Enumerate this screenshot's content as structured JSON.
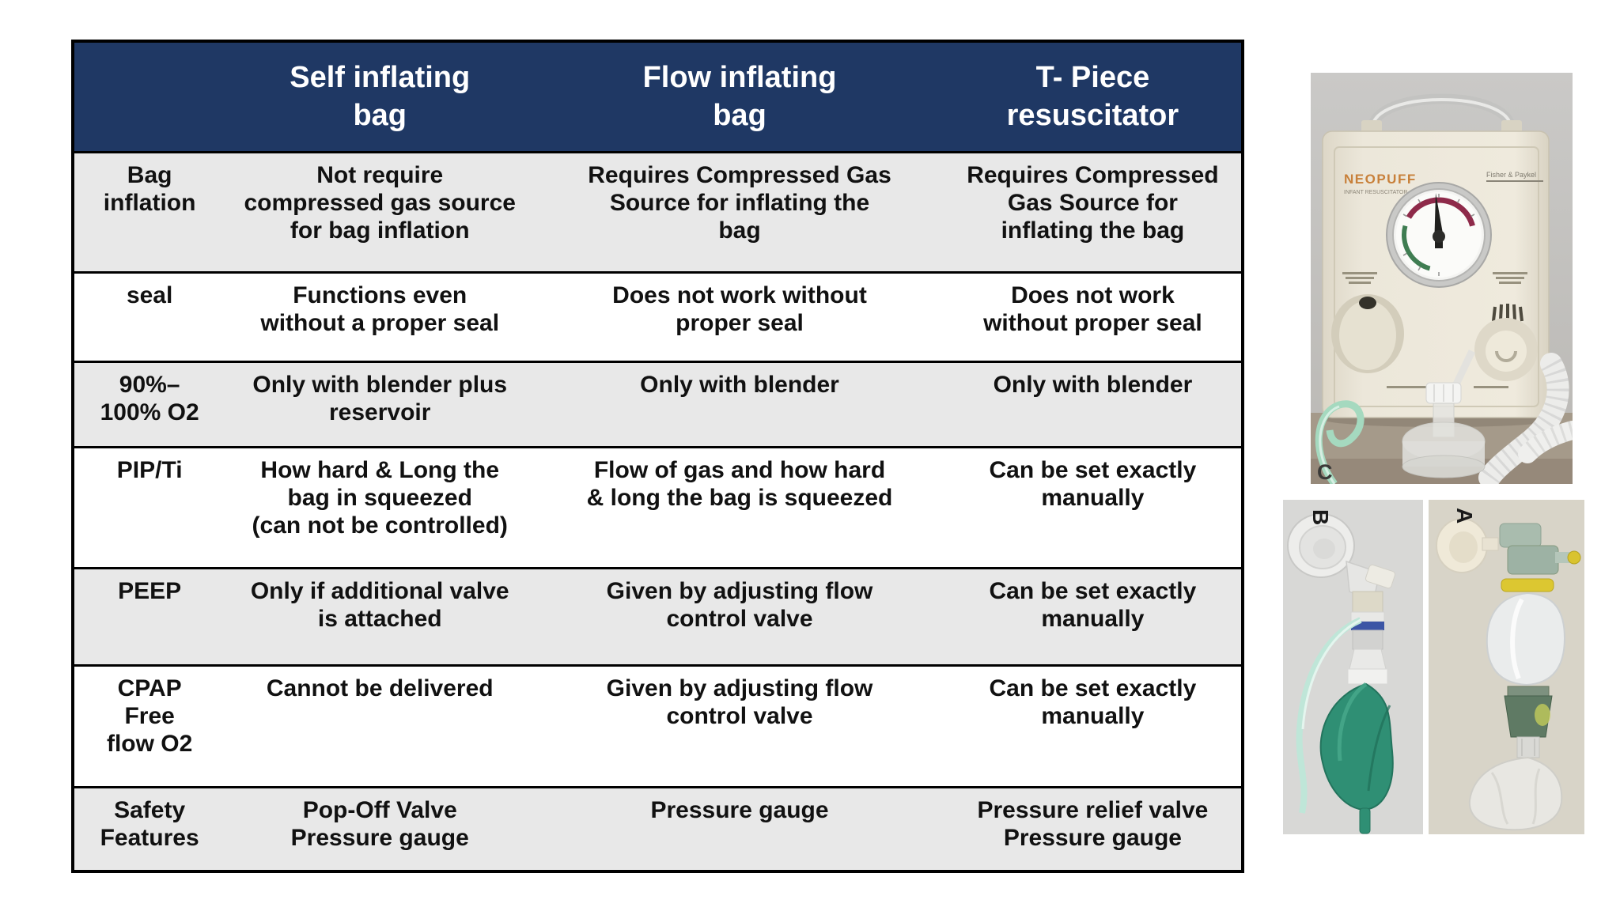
{
  "palette": {
    "header_bg": "#1f3864",
    "header_text": "#ffffff",
    "row_shade": "#e8e8e8",
    "row_plain": "#ffffff",
    "border": "#000000",
    "flow_bag_green": "#2f8f74",
    "valve_yellow": "#dcc731"
  },
  "table": {
    "columns": [
      "Self inflating\nbag",
      "Flow inflating\nbag",
      "T- Piece\nresuscitator"
    ],
    "rows": [
      {
        "label": "Bag\ninflation",
        "cells": [
          "Not require\ncompressed gas source\nfor bag inflation",
          "Requires  Compressed Gas\nSource for inflating the\nbag",
          "Requires  Compressed\nGas Source for\ninflating the bag"
        ]
      },
      {
        "label": "seal",
        "cells": [
          "Functions  even\nwithout a proper seal",
          "Does not  work without\nproper seal",
          "Does not  work\nwithout proper seal"
        ]
      },
      {
        "label": "90%–\n100% O2",
        "cells": [
          "Only with blender plus\nreservoir",
          "Only with blender",
          "Only with blender"
        ]
      },
      {
        "label": "PIP/Ti",
        "cells": [
          "How  hard & Long  the\nbag in squeezed\n(can not be controlled)",
          "Flow of gas and how hard\n& long the bag is squeezed",
          "Can be set exactly\nmanually"
        ]
      },
      {
        "label": "PEEP",
        "cells": [
          "Only  if additional valve\nis attached",
          "Given  by adjusting flow\ncontrol valve",
          "Can be set exactly\nmanually"
        ]
      },
      {
        "label": "CPAP\nFree\nflow O2",
        "cells": [
          "Cannot be delivered",
          "Given  by adjusting flow\ncontrol valve",
          "Can be set exactly\nmanually"
        ]
      },
      {
        "label": "Safety\nFeatures",
        "cells": [
          "Pop-Off Valve\nPressure gauge",
          "Pressure gauge",
          "Pressure relief valve\nPressure gauge"
        ]
      }
    ]
  },
  "figures": {
    "neopuff": {
      "label": "C",
      "brand": "NEOPUFF",
      "brand_sub": "INFANT RESUSCITATOR",
      "maker": "Fisher & Paykel"
    },
    "flow_inflating_bag": {
      "label": "B"
    },
    "self_inflating_bag": {
      "label": "A"
    }
  }
}
